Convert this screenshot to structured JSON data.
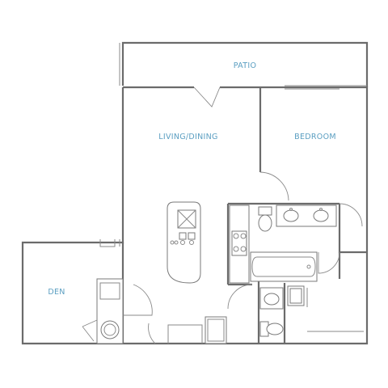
{
  "rooms": {
    "patio": "PATIO",
    "living_dining": "LIVING/DINING",
    "bedroom": "BEDROOM",
    "den": "DEN"
  },
  "colors": {
    "label": "#5a9ec1",
    "wall": "#6b6b6b"
  }
}
